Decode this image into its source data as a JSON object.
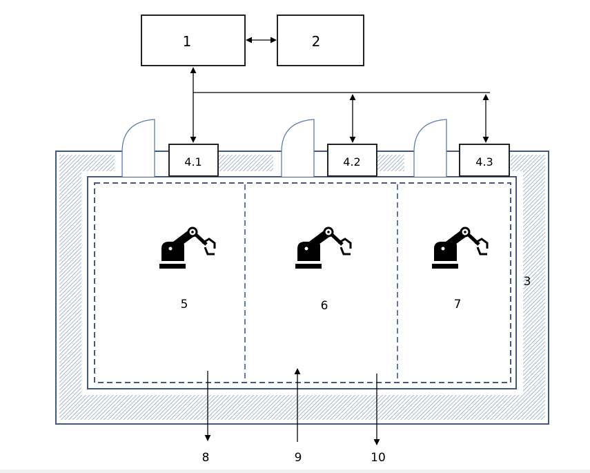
{
  "diagram": {
    "blocks": [
      {
        "id": "unit-1",
        "label": "1"
      },
      {
        "id": "unit-2",
        "label": "2"
      }
    ],
    "sensors": [
      {
        "id": "sensor-4-1",
        "label": "4.1"
      },
      {
        "id": "sensor-4-2",
        "label": "4.2"
      },
      {
        "id": "sensor-4-3",
        "label": "4.3"
      }
    ],
    "enclosure_label": "3",
    "cells": [
      {
        "id": "cell-5",
        "label": "5",
        "icon": "robot-arm-icon"
      },
      {
        "id": "cell-6",
        "label": "6",
        "icon": "robot-arm-icon"
      },
      {
        "id": "cell-7",
        "label": "7",
        "icon": "robot-arm-icon"
      }
    ],
    "flows": [
      {
        "id": "flow-8",
        "label": "8",
        "direction": "out"
      },
      {
        "id": "flow-9",
        "label": "9",
        "direction": "in"
      },
      {
        "id": "flow-10",
        "label": "10",
        "direction": "out"
      }
    ],
    "colors": {
      "enclosure": "#41597f",
      "door": "#5b7bb0",
      "hatch": "#8fa3c3",
      "dashed": "#41597f",
      "ink": "#000000"
    }
  }
}
